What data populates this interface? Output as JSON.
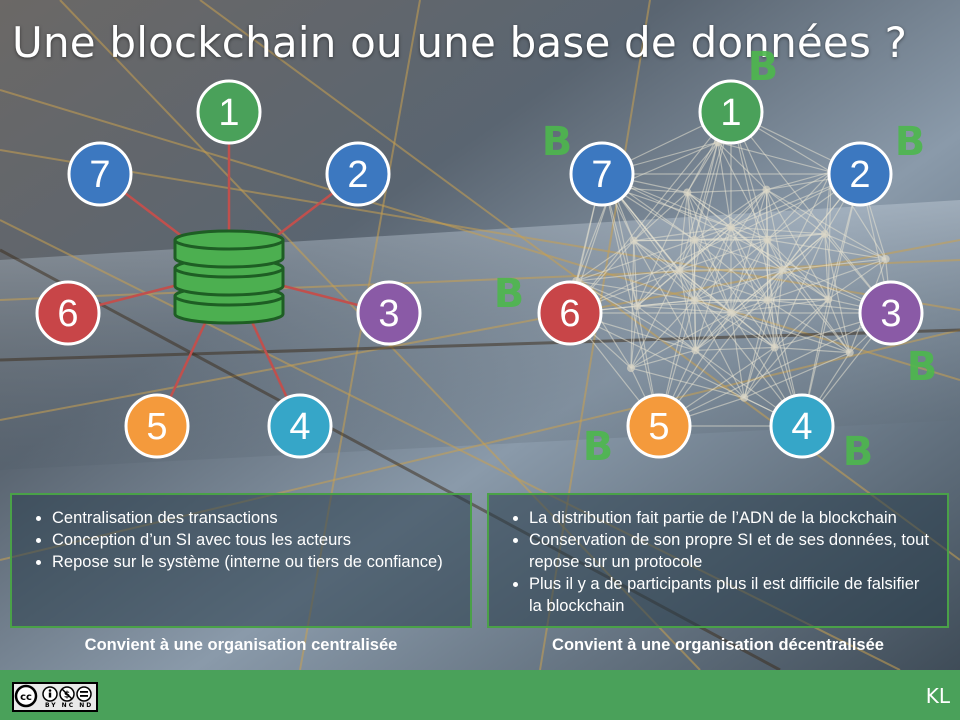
{
  "title": "Une blockchain ou une base de données ?",
  "left_diagram": {
    "nodes": [
      {
        "label": "1",
        "color": "#4aa15a"
      },
      {
        "label": "2",
        "color": "#3c78c0"
      },
      {
        "label": "3",
        "color": "#8a5aa6"
      },
      {
        "label": "4",
        "color": "#36a6c8"
      },
      {
        "label": "5",
        "color": "#f49a3c"
      },
      {
        "label": "6",
        "color": "#c84548"
      },
      {
        "label": "7",
        "color": "#3c78c0"
      }
    ]
  },
  "right_diagram": {
    "nodes": [
      {
        "label": "1",
        "color": "#4aa15a"
      },
      {
        "label": "2",
        "color": "#3c78c0"
      },
      {
        "label": "3",
        "color": "#8a5aa6"
      },
      {
        "label": "4",
        "color": "#36a6c8"
      },
      {
        "label": "5",
        "color": "#f49a3c"
      },
      {
        "label": "6",
        "color": "#c84548"
      },
      {
        "label": "7",
        "color": "#3c78c0"
      }
    ],
    "bitcoin_symbol": "B"
  },
  "left_box": {
    "items": [
      "Centralisation des transactions",
      "Conception d’un SI avec tous les acteurs",
      "Repose sur le système (interne ou tiers de confiance)"
    ],
    "caption": "Convient à une organisation centralisée"
  },
  "right_box": {
    "items": [
      "La distribution fait partie de l’ADN de la blockchain",
      "Conservation de son propre SI et de ses données, tout repose sur un protocole",
      "Plus il y a de participants plus il est difficile de falsifier la blockchain"
    ],
    "caption": "Convient à une organisation décentralisée"
  },
  "footer": {
    "license_text": "BY NC ND",
    "initials": "KL"
  },
  "colors": {
    "accent_green": "#4aa15a",
    "database_green": "#4caf50",
    "spoke_red": "#c0504d"
  }
}
